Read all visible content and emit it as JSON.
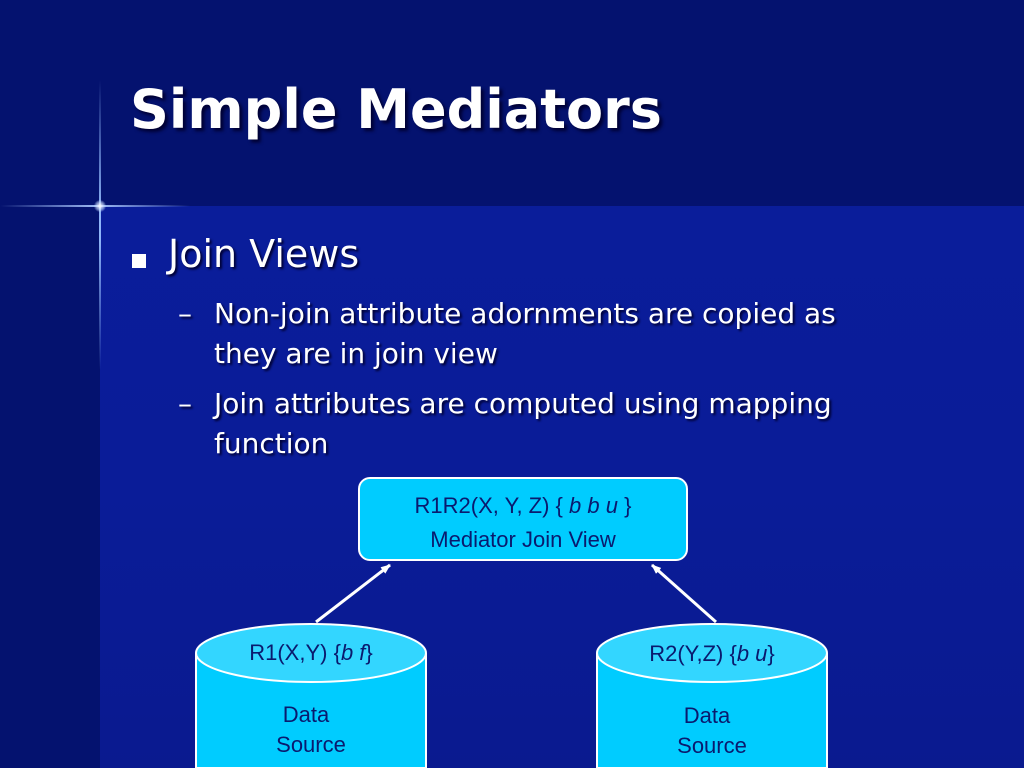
{
  "slide": {
    "title": "Simple Mediators",
    "bullet": "Join Views",
    "subbullets": [
      {
        "dash": "–",
        "text": "Non-join attribute adornments are copied as they are in join view"
      },
      {
        "dash": "–",
        "text": "Join attributes are computed using mapping function"
      }
    ]
  },
  "diagram": {
    "mediator": {
      "schema": "R1R2(X, Y, Z) {",
      "adornment": "b b u",
      "close": "}",
      "label": "Mediator Join View"
    },
    "source1": {
      "schema": "R1(X,Y) {",
      "adornment": "b f",
      "close": "}",
      "label_line1": "Data",
      "label_line2": "Source"
    },
    "source2": {
      "schema": "R2(Y,Z) {",
      "adornment": "b u",
      "close": "}",
      "label_line1": "Data",
      "label_line2": "Source"
    },
    "colors": {
      "node_fill": "#00ccff",
      "node_text": "#0a1a6e",
      "edge": "#ffffff"
    }
  }
}
